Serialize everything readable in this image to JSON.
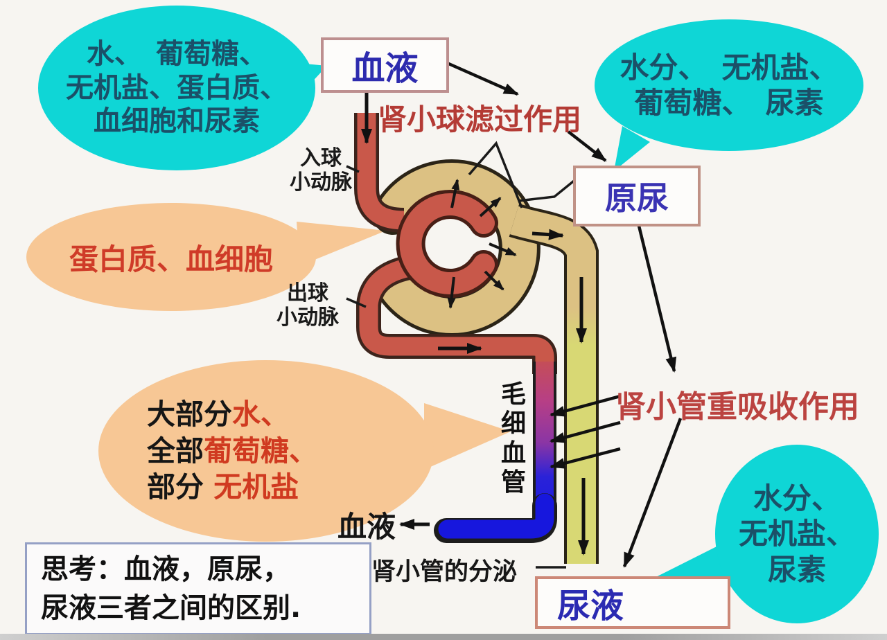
{
  "colors": {
    "cyan": "#0fd6d6",
    "orange": "#f7c795",
    "bubble_text": "#1b5068",
    "red_text": "#cf3b28",
    "box_label_blue": "#2d2bae",
    "tube_red": "#c9584a",
    "capsule_tan": "#dcc183",
    "tubule_yellow": "#d8d874",
    "capillary_blue": "#1717dd",
    "capillary_magenta": "#b73f85"
  },
  "bubbles": {
    "top_left": {
      "lines": [
        "水、　葡萄糖、",
        "无机盐、蛋白质、",
        "血细胞和尿素"
      ]
    },
    "top_right": {
      "lines": [
        "水分、　无机盐、",
        "葡萄糖、　尿素"
      ]
    },
    "bottom_right": {
      "lines": [
        "水分、",
        "无机盐、",
        "尿素"
      ]
    },
    "protein": {
      "text": "蛋白质、血细胞"
    },
    "reabsorbed": {
      "lines": [
        {
          "black": "大部分",
          "red": "水、"
        },
        {
          "black": "全部",
          "red": "葡萄糖、"
        },
        {
          "black": "部分 ",
          "red": "无机盐"
        }
      ]
    }
  },
  "boxes": {
    "blood": "血液",
    "primary_urine": "原尿",
    "urine": "尿液"
  },
  "labels": {
    "filtration": "肾小球滤过作用",
    "reabsorption": "肾小管重吸收作用",
    "afferent": [
      "入球",
      "小动脉"
    ],
    "efferent": [
      "出球",
      "小动脉"
    ],
    "capillary": [
      "毛",
      "细",
      "血",
      "管"
    ],
    "blood_return": "血液",
    "secretion": "肾小管的分泌"
  },
  "think_box": {
    "lines": [
      "思考：血液，原尿，",
      "尿液三者之间的区别."
    ]
  }
}
